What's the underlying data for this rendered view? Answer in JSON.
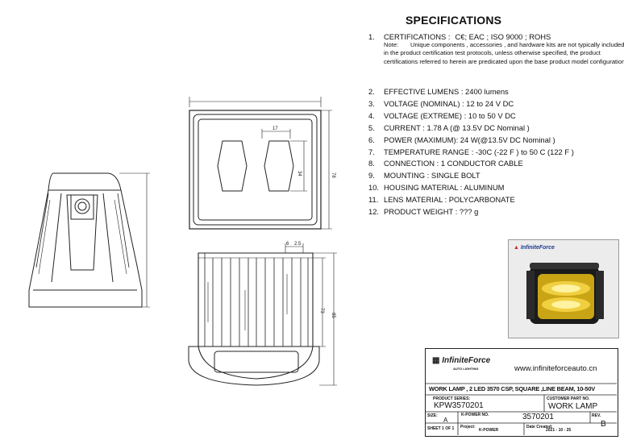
{
  "spec": {
    "title": "SPECIFICATIONS",
    "cert_num": "1.",
    "cert_label": "CERTIFICATIONS :",
    "cert_marks": "C€; EAC ; ISO 9000 ; ROHS",
    "note_label": "Note:",
    "note_text": "Unique components , accessories , and hardware kits are not typically included in the product certification test protocols, unless otherwise specified, the product certifications referred to herein are predicated upon the base product model configuration",
    "items": [
      {
        "num": "2.",
        "text": "EFFECTIVE LUMENS : 2400 lumens"
      },
      {
        "num": "3.",
        "text": "VOLTAGE (NOMINAL) : 12 to 24 V DC"
      },
      {
        "num": "4.",
        "text": "VOLTAGE (EXTREME) : 10  to 50 V DC"
      },
      {
        "num": "5.",
        "text": "CURRENT :  1.78 A   (@ 13.5V DC Nominal )"
      },
      {
        "num": "6.",
        "text": "POWER (MAXIMUM): 24 W(@13.5V DC Nominal )"
      },
      {
        "num": "7.",
        "text": "TEMPERATURE RANGE : -30C  (-22 F ) to 50 C (122 F )"
      },
      {
        "num": "8.",
        "text": "CONNECTION : 1 CONDUCTOR CABLE"
      },
      {
        "num": "9.",
        "text": "MOUNTING : SINGLE BOLT"
      },
      {
        "num": "10.",
        "text": "HOUSING MATERIAL : ALUMINUM"
      },
      {
        "num": "11.",
        "text": "LENS MATERIAL : POLYCARBONATE"
      },
      {
        "num": "12.",
        "text": "PRODUCT WEIGHT : ??? g"
      }
    ]
  },
  "dimensions": {
    "d17": "17",
    "d34": "34",
    "d78": "78",
    "d6": "6",
    "d25": "2.5",
    "d73": "73",
    "d85": "85"
  },
  "photo": {
    "brand": "InfiniteForce"
  },
  "title_block": {
    "brand": "InfiniteForce",
    "brand_sub": "AUTO LIGHTING",
    "website": "www.infiniteforceauto.cn",
    "description": "WORK LAMP , 2 LED 3570 CSP, SQUARE ,LINE BEAM, 10-50V",
    "product_series_label": "PRODUCT SERIES:",
    "product_series": "KPW3570201",
    "customer_part_label": "CUSTOMER PART NO.",
    "customer_part": "WORK  LAMP",
    "size_label": "SIZE:",
    "size": "A",
    "kpower_no_label": "K-POWER NO.",
    "kpower_no": "3570201",
    "rev_label": "REV.",
    "rev": "B",
    "sheet": "SHEET 1 OF 1",
    "project_label": "Project:",
    "project": "K-POWER",
    "date_label": "Date Created:",
    "date": "2021 - 10 - 25"
  }
}
